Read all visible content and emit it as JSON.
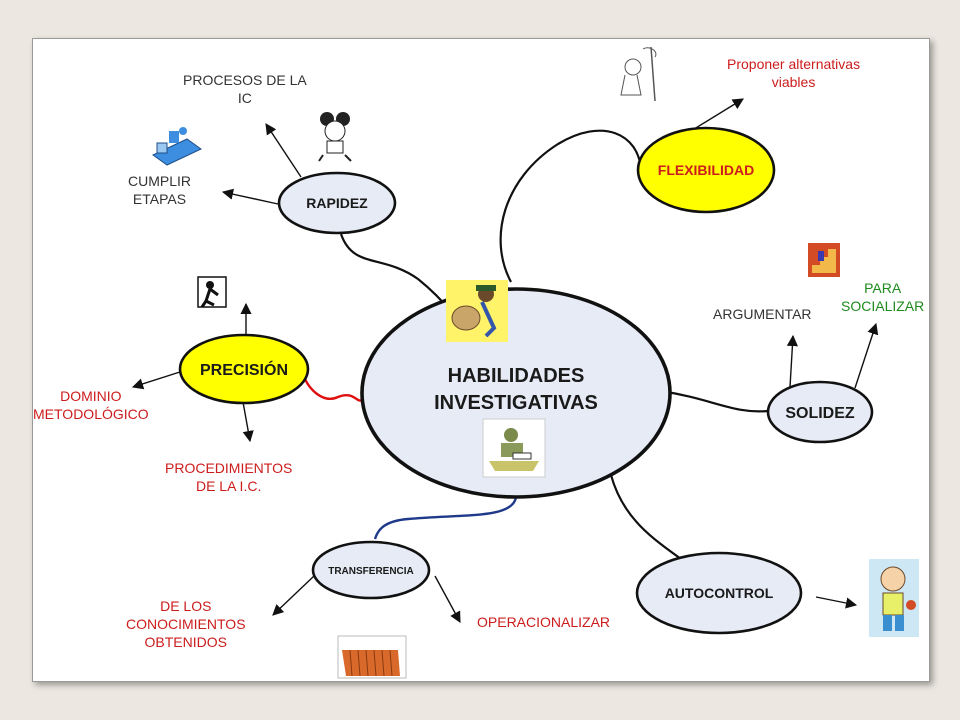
{
  "diagram": {
    "center": {
      "line1": "HABILIDADES",
      "line2": "INVESTIGATIVAS"
    },
    "nodes": {
      "rapidez": "RAPIDEZ",
      "flexibilidad": "FLEXIBILIDAD",
      "precision": "PRECISIÓN",
      "solidez": "SOLIDEZ",
      "transferencia": "TRANSFERENCIA",
      "autocontrol": "AUTOCONTROL"
    },
    "leaves": {
      "procesos_ic": [
        "PROCESOS DE LA",
        "IC"
      ],
      "cumplir_etapas": [
        "CUMPLIR",
        "ETAPAS"
      ],
      "proponer": [
        "Proponer alternativas",
        "viables"
      ],
      "argumentar": [
        "ARGUMENTAR"
      ],
      "para_socializar": [
        "PARA",
        "SOCIALIZAR"
      ],
      "dominio": [
        "DOMINIO",
        "METODOLÓGICO"
      ],
      "procedimientos": [
        "PROCEDIMIENTOS",
        "DE LA I.C."
      ],
      "conocimientos": [
        "DE LOS",
        "CONOCIMIENTOS",
        "OBTENIDOS"
      ],
      "operacionalizar": [
        "OPERACIONALIZAR"
      ]
    },
    "colors": {
      "node_fill": "#e6ebf6",
      "highlight_fill": "#ffff00",
      "red_text": "#cc1d1d",
      "green_text": "#1f8b1f",
      "red_connector": "#e01010",
      "blue_connector": "#1f3a8a"
    }
  }
}
